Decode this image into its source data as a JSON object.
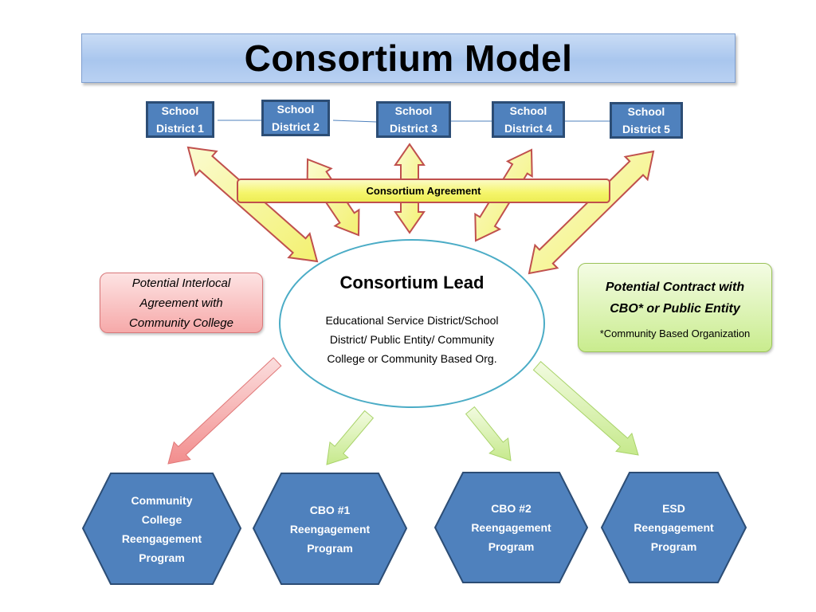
{
  "title": "Consortium Model",
  "school_districts": [
    {
      "line1": "School",
      "line2": "District 1"
    },
    {
      "line1": "School",
      "line2": "District 2"
    },
    {
      "line1": "School",
      "line2": "District 3"
    },
    {
      "line1": "School",
      "line2": "District 4"
    },
    {
      "line1": "School",
      "line2": "District 5"
    }
  ],
  "agreement_label": "Consortium Agreement",
  "interlocal": {
    "line1": "Potential Interlocal",
    "line2": "Agreement with",
    "line3": "Community College"
  },
  "lead": {
    "title": "Consortium Lead",
    "description": "Educational Service District/School District/ Public Entity/ Community College or Community Based Org."
  },
  "contract": {
    "line1": "Potential Contract with",
    "line2": "CBO* or Public Entity",
    "footnote": "*Community Based Organization"
  },
  "programs": [
    {
      "lines": [
        "Community",
        "College",
        "Reengagement",
        "Program"
      ]
    },
    {
      "lines": [
        "CBO #1",
        "Reengagement",
        "Program"
      ]
    },
    {
      "lines": [
        "CBO #2",
        "Reengagement",
        "Program"
      ]
    },
    {
      "lines": [
        "ESD",
        "Reengagement",
        "Program"
      ]
    }
  ],
  "colors": {
    "district_fill": "#4f81bd",
    "district_border": "#2c4d75",
    "yellow_arrow_fill": "#f7f58a",
    "yellow_arrow_border": "#c0504d",
    "red_arrow_fill": "#f4a3a3",
    "green_arrow_fill": "#d8f0a8",
    "lead_border": "#4bacc6",
    "hexagon_fill": "#4f81bd"
  }
}
